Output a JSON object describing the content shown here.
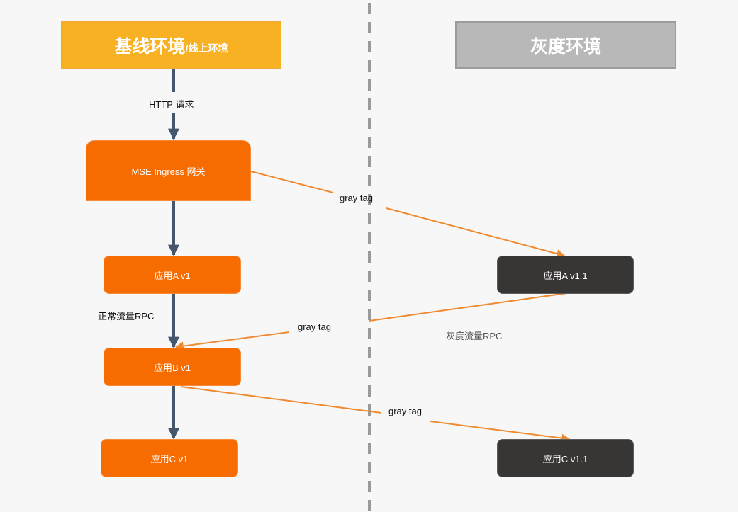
{
  "environments": {
    "baseline": {
      "title": "基线环境",
      "subtitle": "/线上环境",
      "color": "#f8b122"
    },
    "gray": {
      "title": "灰度环境",
      "color": "#b8b8b8"
    }
  },
  "nodes": {
    "gateway": {
      "label": "MSE Ingress 网关",
      "color": "#f76c00"
    },
    "app_a_v1": {
      "label": "应用A v1"
    },
    "app_b_v1": {
      "label": "应用B v1"
    },
    "app_c_v1": {
      "label": "应用C v1"
    },
    "app_a_v11": {
      "label": "应用A v1.1",
      "color": "#383634"
    },
    "app_c_v11": {
      "label": "应用C v1.1"
    }
  },
  "labels": {
    "http_request": "HTTP 请求",
    "normal_rpc": "正常流量RPC",
    "gray_rpc": "灰度流量RPC",
    "gray_tag_1": "gray tag",
    "gray_tag_2": "gray tag",
    "gray_tag_3": "gray tag"
  },
  "colors": {
    "main_arrow": "#45556c",
    "gray_arrow": "#f08a30",
    "divider": "#9a9a9a"
  }
}
